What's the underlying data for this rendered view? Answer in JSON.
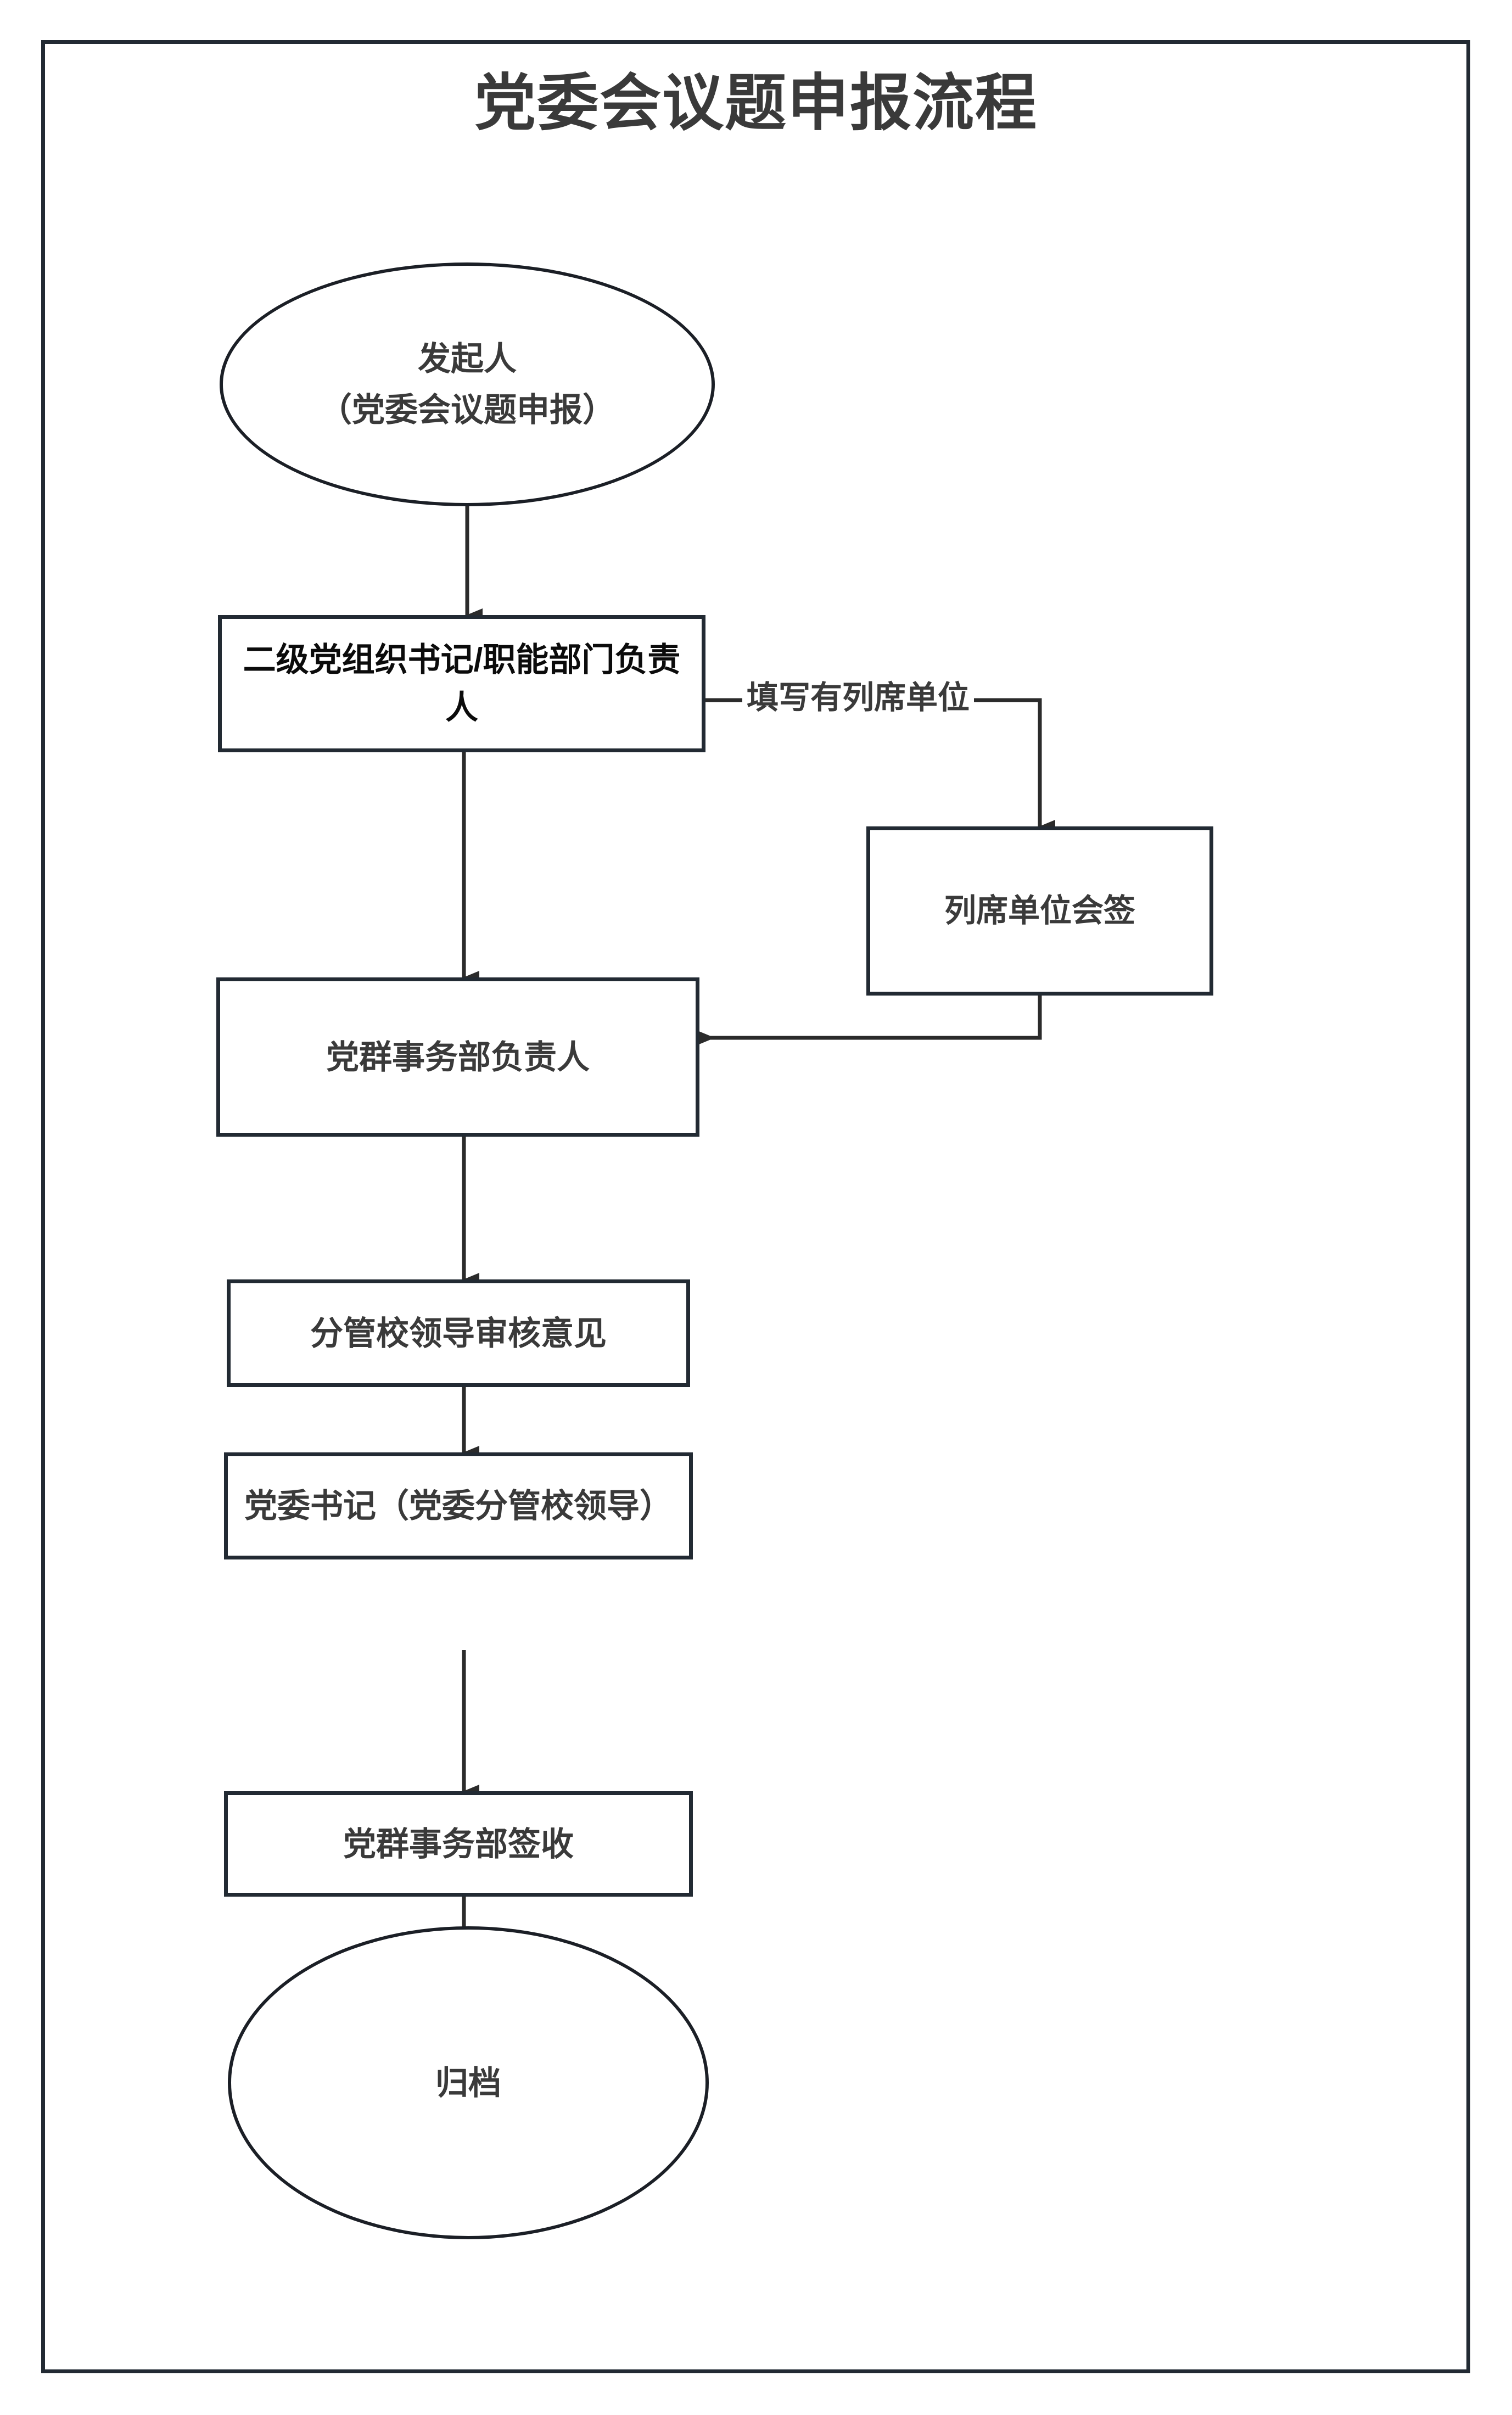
{
  "title": "党委会议题申报流程",
  "colors": {
    "frame": "#222a33",
    "node_stroke": "#222a33",
    "oval_stroke": "#1b1f26",
    "text": "#3a3a3a",
    "background": "#ffffff"
  },
  "nodes": {
    "initiator": {
      "shape": "oval",
      "label": "发起人\n（党委会议题申报）"
    },
    "secretary": {
      "shape": "rect",
      "label": "二级党组织书记/职能部门负责人"
    },
    "attend_sign": {
      "shape": "rect",
      "label": "列席单位会签"
    },
    "party_affairs_head": {
      "shape": "rect",
      "label": "党群事务部负责人"
    },
    "vice_principal_review": {
      "shape": "rect",
      "label": "分管校领导审核意见"
    },
    "party_secretary": {
      "shape": "rect",
      "label": "党委书记（党委分管校领导）"
    },
    "party_affairs_receive": {
      "shape": "rect",
      "label": "党群事务部签收"
    },
    "archive": {
      "shape": "oval",
      "label": "归档"
    }
  },
  "edges": {
    "fill_attending_unit": {
      "label": "填写有列席单位",
      "from": "secretary",
      "to": "attend_sign"
    },
    "initiator_to_secretary": {
      "label": "",
      "from": "initiator",
      "to": "secretary"
    },
    "secretary_to_head": {
      "label": "",
      "from": "secretary",
      "to": "party_affairs_head"
    },
    "attend_to_head": {
      "label": "",
      "from": "attend_sign",
      "to": "party_affairs_head"
    },
    "head_to_review": {
      "label": "",
      "from": "party_affairs_head",
      "to": "vice_principal_review"
    },
    "review_to_secretary": {
      "label": "",
      "from": "vice_principal_review",
      "to": "party_secretary"
    },
    "secretary_to_receive": {
      "label": "",
      "from": "party_secretary",
      "to": "party_affairs_receive"
    },
    "receive_to_archive": {
      "label": "",
      "from": "party_affairs_receive",
      "to": "archive"
    }
  }
}
